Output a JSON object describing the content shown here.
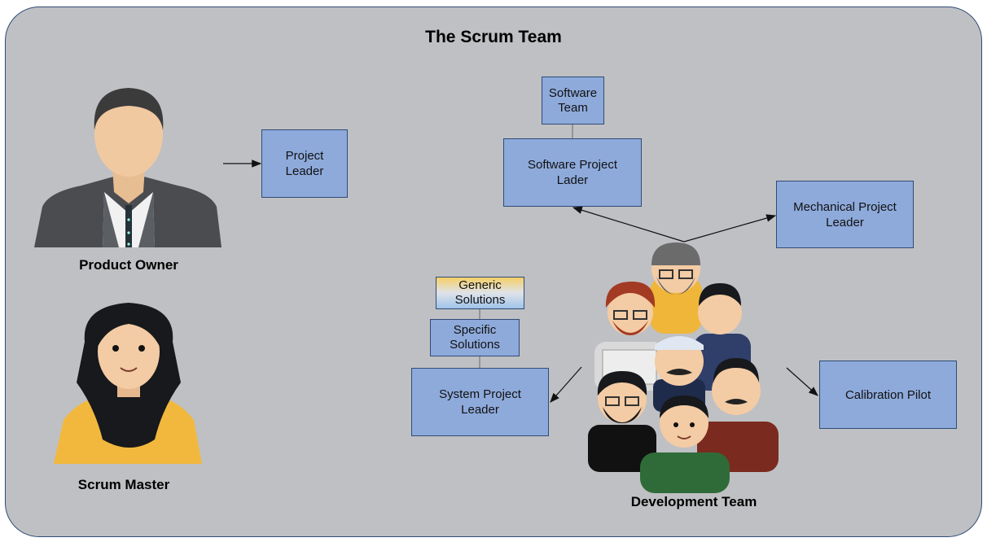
{
  "title": "The Scrum Team",
  "roles": {
    "product_owner": "Product Owner",
    "scrum_master": "Scrum Master",
    "development_team": "Development Team"
  },
  "boxes": {
    "project_leader": "Project\nLeader",
    "software_team": "Software\nTeam",
    "software_project_leader": "Software Project\nLader",
    "mechanical_project_leader": "Mechanical Project\nLeader",
    "generic_solutions": "Generic\nSolutions",
    "specific_solutions": "Specific\nSolutions",
    "system_project_leader": "System Project\nLeader",
    "calibration_pilot": "Calibration Pilot"
  },
  "colors": {
    "background": "#bfc0c3",
    "border": "#2f4b77",
    "box_fill": "#8eaadb"
  }
}
